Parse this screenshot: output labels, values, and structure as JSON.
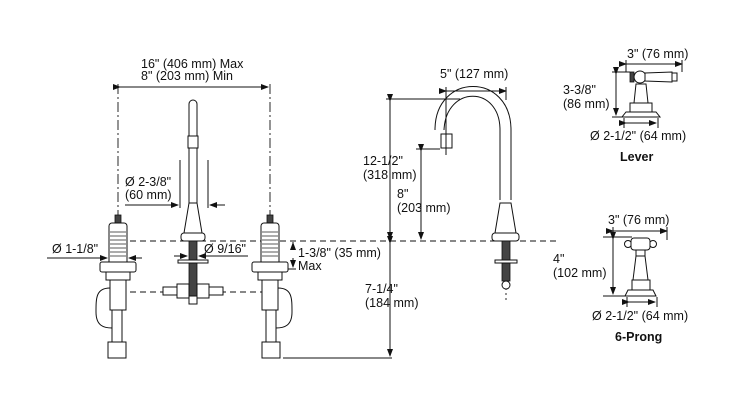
{
  "main_view": {
    "spread_max": "16\" (406 mm) Max",
    "spread_min": "8\" (203 mm) Min",
    "spout_base_dia": "Ø 2-3/8\"",
    "spout_base_dia_mm": "(60 mm)",
    "valve_dia": "Ø 1-1/8\"",
    "shank_dia": "Ø 9/16\"",
    "deck_thickness": "1-3/8\" (35 mm)",
    "deck_thickness_note": "Max"
  },
  "side_view": {
    "spout_reach": "5\" (127 mm)",
    "spout_height": "12-1/2\"",
    "spout_height_mm": "(318 mm)",
    "aerator_height": "8\"",
    "aerator_height_mm": "(203 mm)",
    "below_deck": "7-1/4\"",
    "below_deck_mm": "(184 mm)"
  },
  "lever_handle": {
    "width": "3\" (76 mm)",
    "height": "3-3/8\"",
    "height_mm": "(86 mm)",
    "base_dia": "Ø 2-1/2\" (64 mm)",
    "label": "Lever"
  },
  "prong_handle": {
    "width": "3\" (76 mm)",
    "height": "4\"",
    "height_mm": "(102 mm)",
    "base_dia": "Ø 2-1/2\" (64 mm)",
    "label": "6-Prong"
  }
}
